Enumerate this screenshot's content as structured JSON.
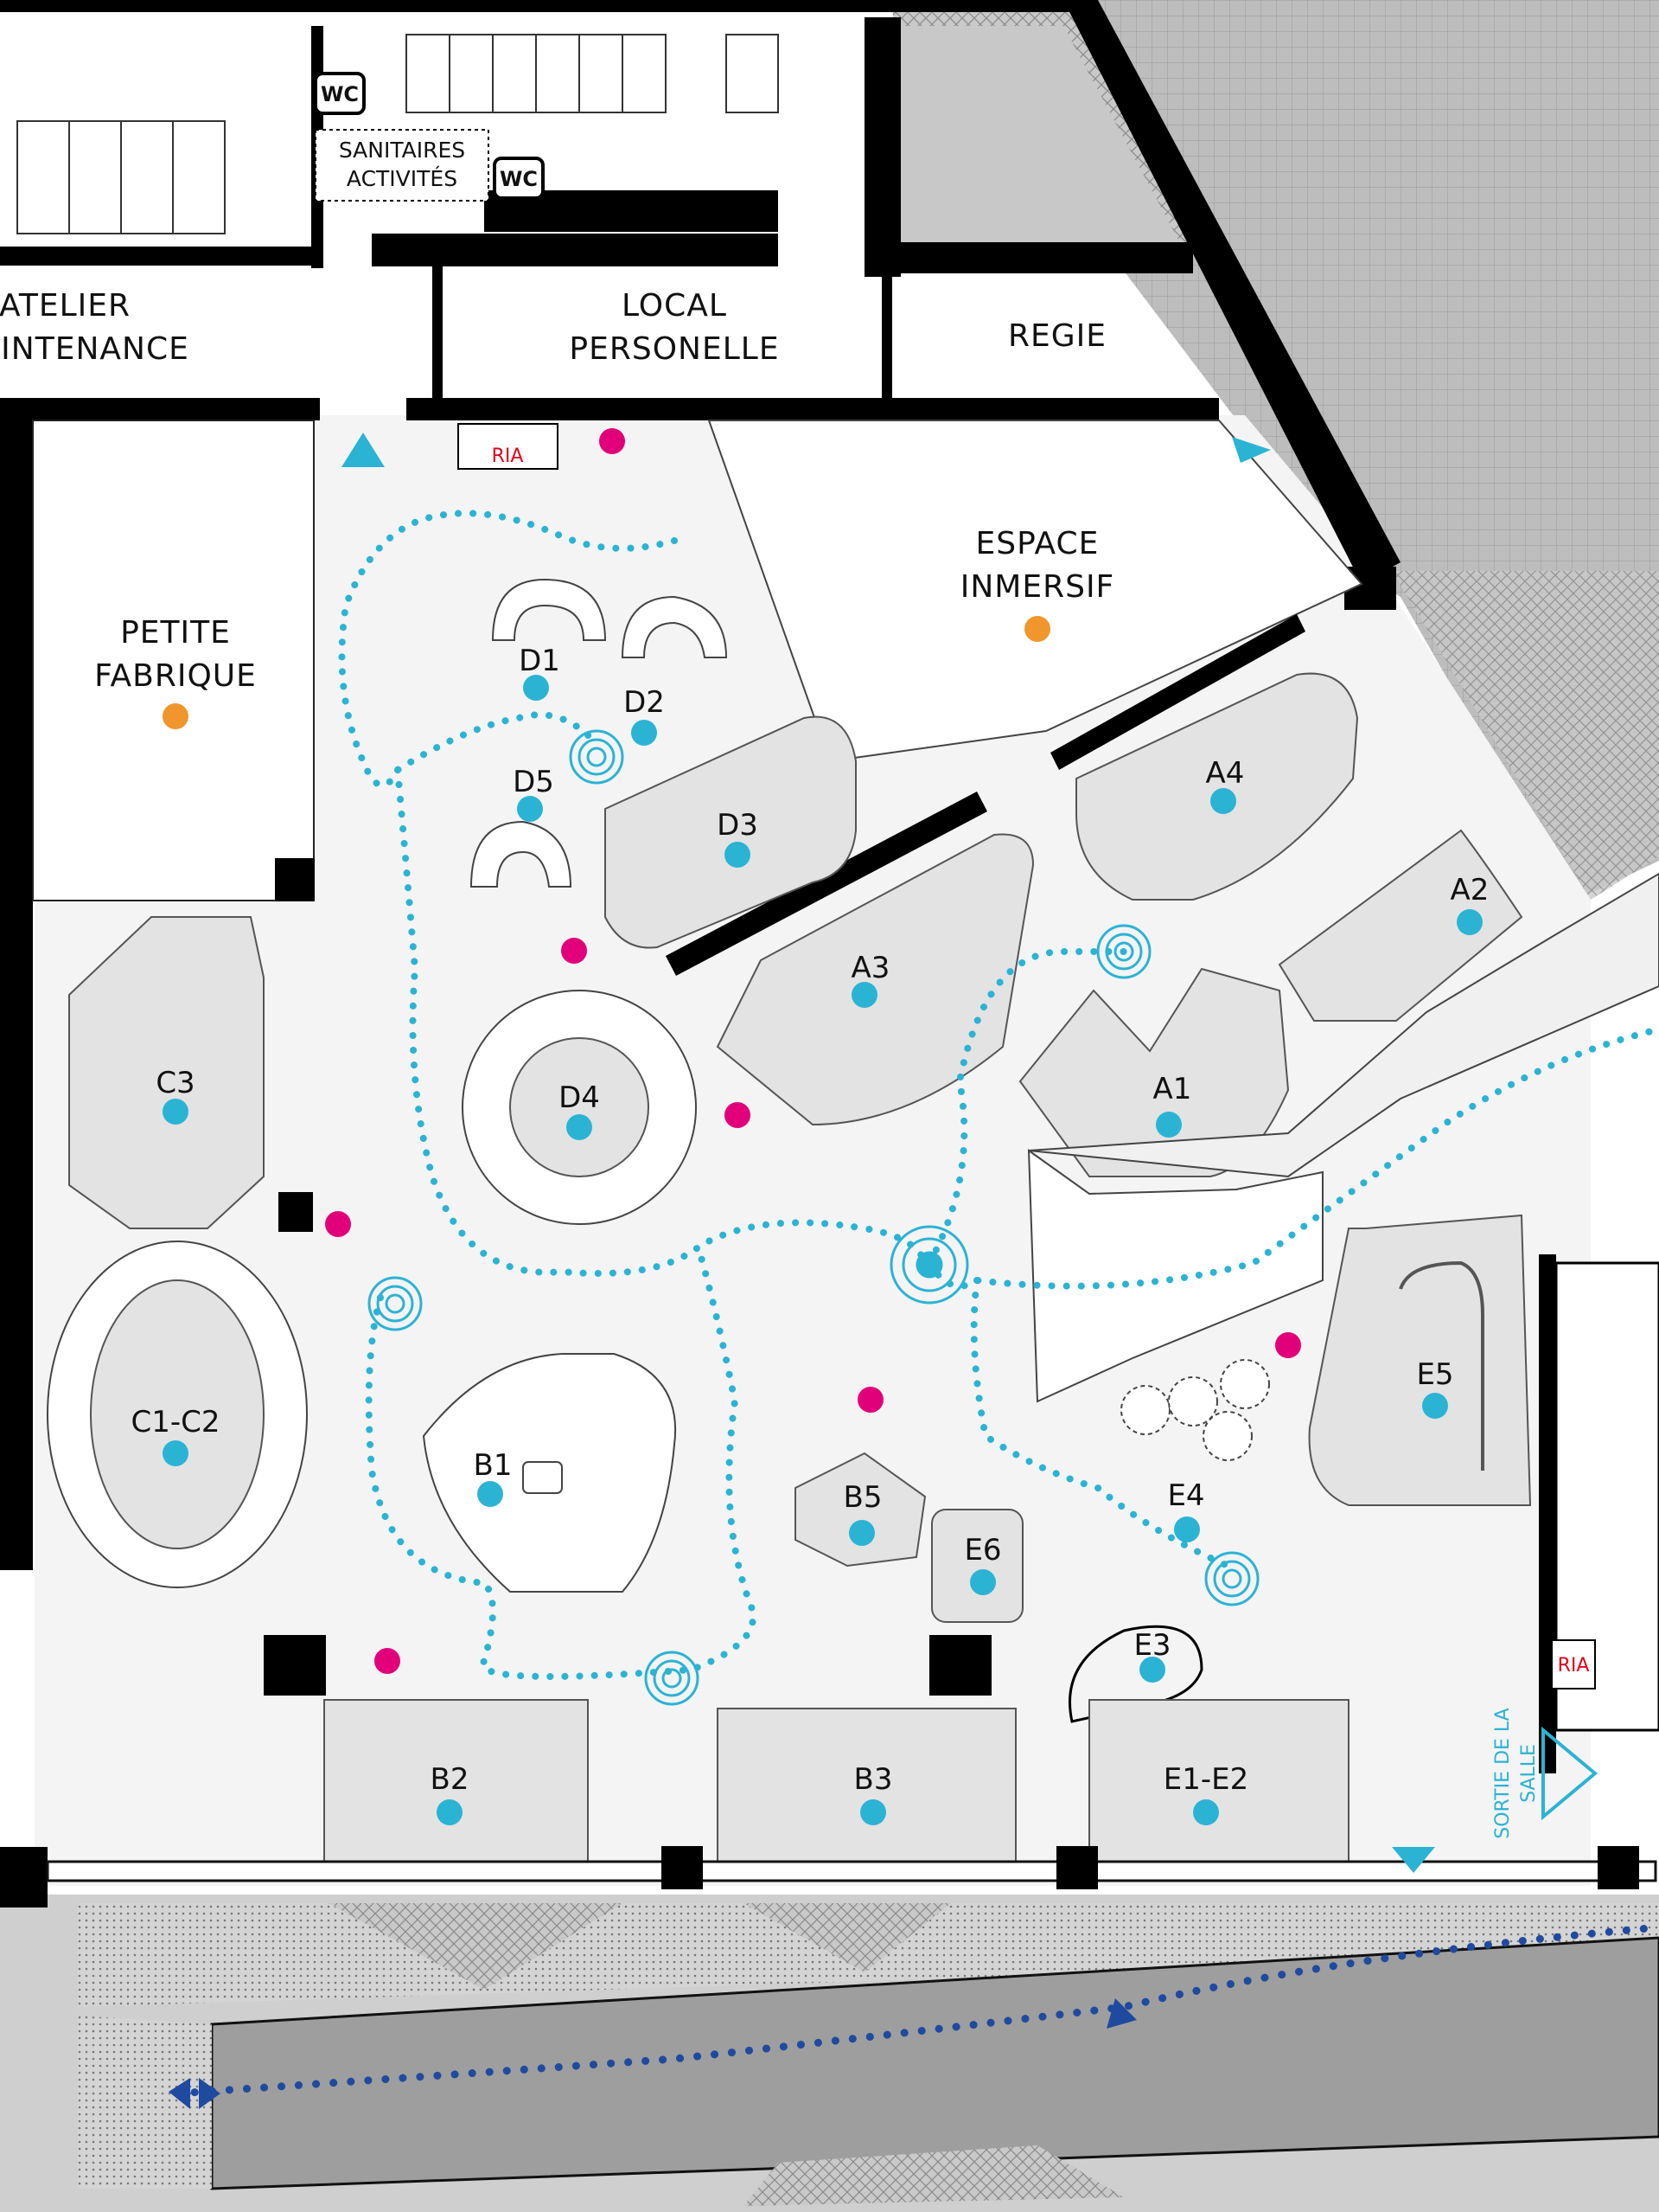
{
  "colors": {
    "zone_dot": "#2bb3d4",
    "pink_dot": "#e2007a",
    "orange_dot": "#f0962d",
    "ria_red": "#e2001a",
    "exterior_path": "#1f4aa0",
    "floor": "#f4f4f4",
    "zone_fill": "#e3e3e3",
    "wall": "#000000"
  },
  "icons": [
    "wc-icon",
    "ria-icon",
    "sound-point-icon",
    "entry-triangle-icon",
    "exit-triangle-icon"
  ],
  "rooms": {
    "atelier_line1": "ATELIER",
    "atelier_line2": "INTENANCE",
    "local_line1": "LOCAL",
    "local_line2": "PERSONELLE",
    "regie": "REGIE",
    "petite_line1": "PETITE",
    "petite_line2": "FABRIQUE",
    "espace_line1": "ESPACE",
    "espace_line2": "INMERSIF",
    "sanitaires_line1": "SANITAIRES",
    "sanitaires_line2": "ACTIVITÉS",
    "wc1": "WC",
    "wc2": "WC",
    "ria_top": "RIA",
    "ria_right": "RIA",
    "exit_line1": "SORTIE DE LA",
    "exit_line2": "SALLE"
  },
  "zones": {
    "D1": "D1",
    "D2": "D2",
    "D3": "D3",
    "D4": "D4",
    "D5": "D5",
    "A1": "A1",
    "A2": "A2",
    "A3": "A3",
    "A4": "A4",
    "C3": "C3",
    "C1C2": "C1-C2",
    "B1": "B1",
    "B2": "B2",
    "B3": "B3",
    "B5": "B5",
    "E1E2": "E1-E2",
    "E3": "E3",
    "E4": "E4",
    "E5": "E5",
    "E6": "E6"
  }
}
